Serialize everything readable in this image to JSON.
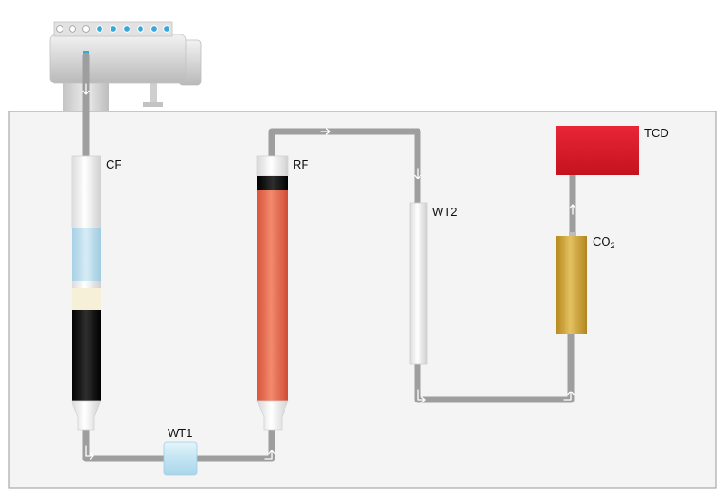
{
  "labels": {
    "cf": "CF",
    "rf": "RF",
    "wt1": "WT1",
    "wt2": "WT2",
    "co2_main": "CO",
    "co2_sub": "2",
    "tcd": "TCD"
  },
  "colors": {
    "cabinet_fill": "#f4f4f4",
    "cabinet_stroke": "#a9a9a9",
    "pipe": "#9e9e9e",
    "flow_arrow": "#ffffff",
    "cf_tube": "#f2f2f2",
    "cf_liquid": "#bcdcec",
    "cf_plug": "#f6f0d8",
    "cf_packing": "#1a1a1a",
    "rf_packing": "#e86f55",
    "rf_cap": "#1a1a1a",
    "wt1": "#c8e8f4",
    "wt2": "#ececec",
    "co2_absorber": "#d4ad3e",
    "tcd_detector": "#d81e2f",
    "autosampler": "#d8d8d8",
    "sample_port": "#38a8d8"
  },
  "icons": {
    "autosampler": "autosampler-unit-icon",
    "flow": "flow-arrow-icon"
  }
}
